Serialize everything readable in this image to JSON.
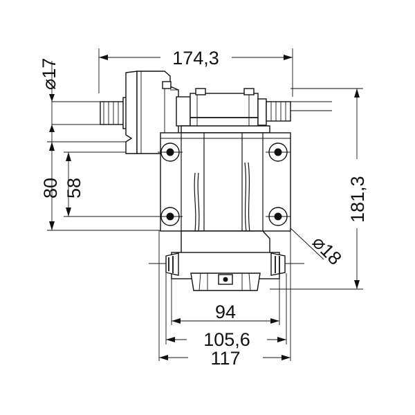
{
  "dimensions": {
    "overall_width": "174,3",
    "inlet_diameter": "⌀17",
    "height_outer": "80",
    "height_inner": "58",
    "overall_height": "181,3",
    "hole_diameter": "⌀18",
    "base_inner": "94",
    "base_mid": "105,6",
    "base_outer": "117"
  }
}
